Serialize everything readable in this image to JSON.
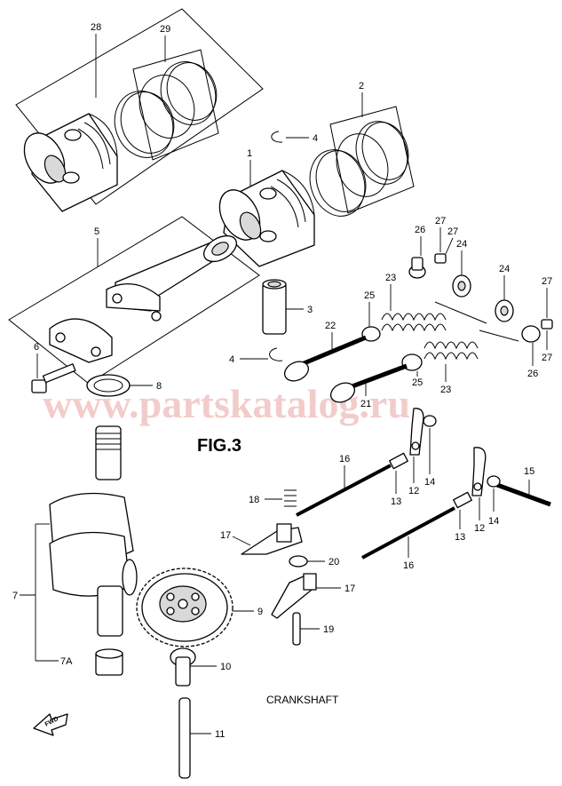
{
  "figure": "FIG.3",
  "caption": "CRANKSHAFT",
  "watermark": "www.partskatalog.ru",
  "fwd_label": "FWD",
  "colors": {
    "line": "#000000",
    "watermark": "#e8a4a0",
    "background": "#ffffff"
  },
  "callouts": {
    "c28": "28",
    "c29": "29",
    "c2": "2",
    "c4a": "4",
    "c1": "1",
    "c5": "5",
    "c3": "3",
    "c4b": "4",
    "c6": "6",
    "c8": "8",
    "c26a": "26",
    "c27a": "27",
    "c27b": "27",
    "c24a": "24",
    "c25a": "25",
    "c23a": "23",
    "c22": "22",
    "c24b": "24",
    "c27c": "27",
    "c27d": "27",
    "c26b": "26",
    "c25b": "25",
    "c21": "21",
    "c23b": "23",
    "c16a": "16",
    "c13a": "13",
    "c12a": "12",
    "c14a": "14",
    "c18": "18",
    "c17a": "17",
    "c20": "20",
    "c15": "15",
    "c12b": "12",
    "c14b": "14",
    "c13b": "13",
    "c16b": "16",
    "c17b": "17",
    "c7": "7",
    "c9": "9",
    "c19": "19",
    "c7A": "7A",
    "c10": "10",
    "c11": "11"
  }
}
